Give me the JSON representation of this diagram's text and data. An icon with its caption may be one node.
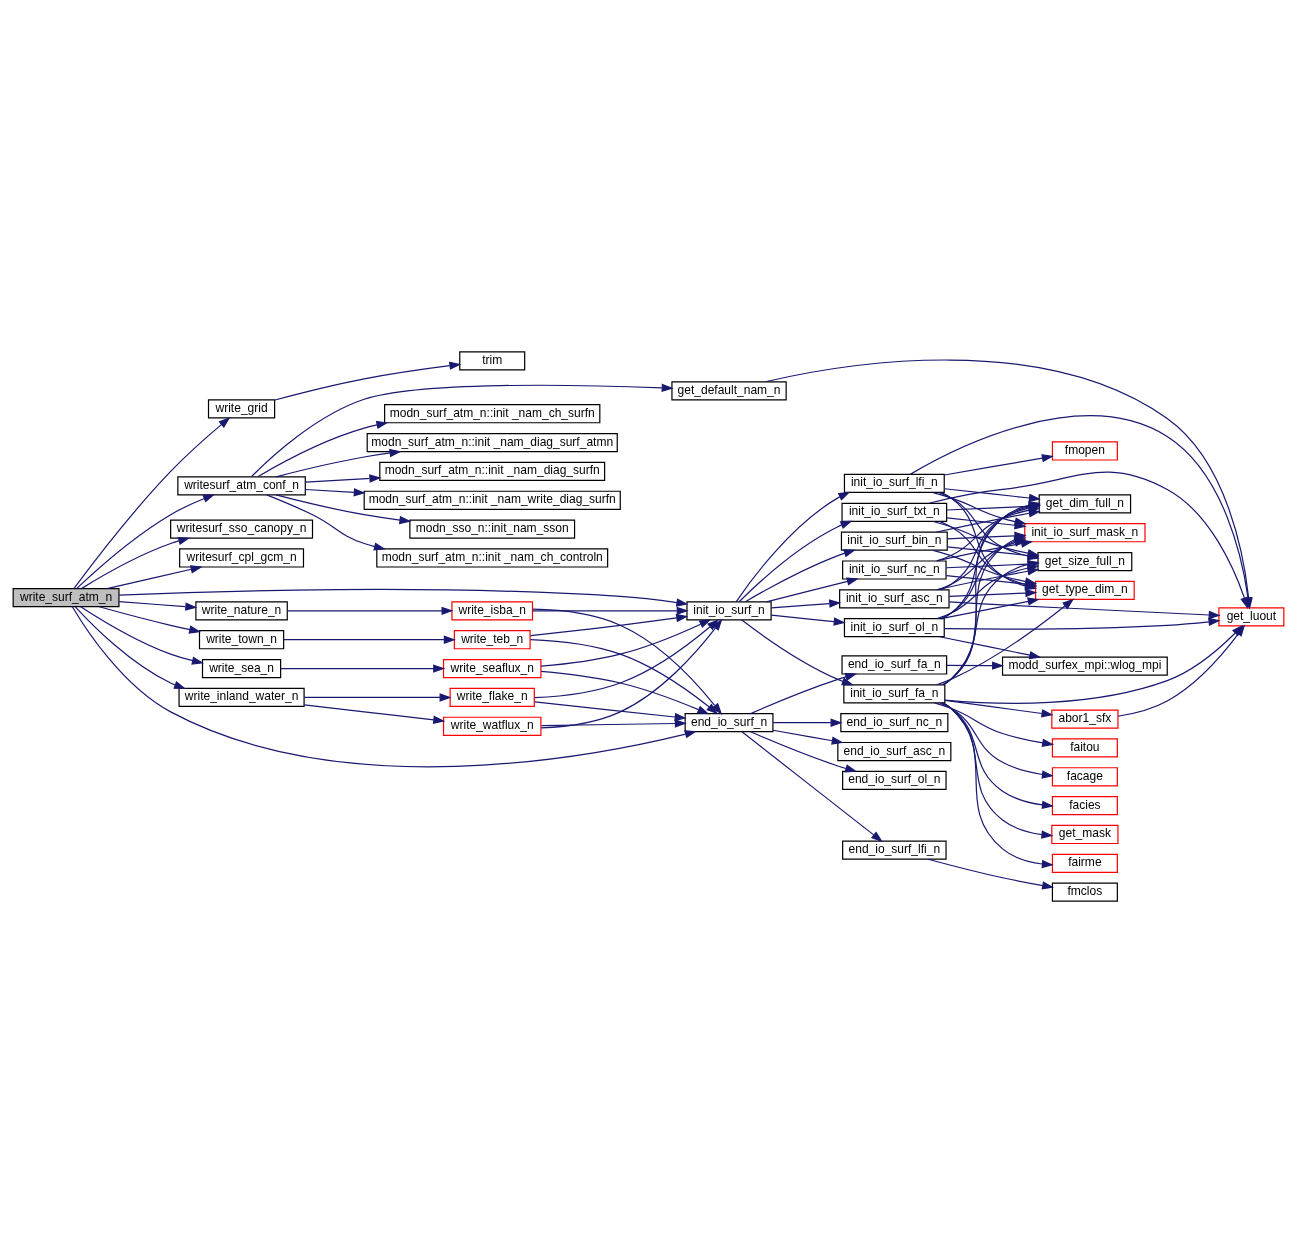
{
  "diagram": {
    "nodes": [
      {
        "text": [
          "write_surf_atm_n"
        ]
      },
      {
        "text": [
          "write_grid"
        ]
      },
      {
        "text": [
          "trim"
        ]
      },
      {
        "text": [
          "get_default_nam_n"
        ]
      },
      {
        "text": [
          "modn_surf_atm_n::init _nam_diag_surf_atmn"
        ]
      },
      {
        "text": [
          "modn_surf_atm_n::init _nam_diag_surfn"
        ]
      },
      {
        "text": [
          "modn_surf_atm_n::init _nam_write_diag_surfn"
        ]
      },
      {
        "text": [
          "modn_sso_n::init_nam_sson"
        ]
      },
      {
        "text": [
          "modn_surf_atm_n::init _nam_ch_controln"
        ]
      },
      {
        "text": [
          "modn_surf_atm_n::init _nam_ch_surfn"
        ]
      },
      {
        "text": [
          "writesurf_atm_conf_n"
        ]
      },
      {
        "text": [
          "writesurf_sso_canopy_n"
        ]
      },
      {
        "text": [
          "writesurf_cpl_gcm_n"
        ]
      },
      {
        "text": [
          "write_sea_n"
        ]
      },
      {
        "text": [
          "write_inland_water_n"
        ]
      },
      {
        "text": [
          "write_nature_n"
        ]
      },
      {
        "text": [
          "write_town_n"
        ]
      },
      {
        "text": [
          "write_seaflux_n"
        ]
      },
      {
        "text": [
          "write_flake_n"
        ]
      },
      {
        "text": [
          "write_watflux_n"
        ]
      },
      {
        "text": [
          "write_isba_n"
        ]
      },
      {
        "text": [
          "write_teb_n"
        ]
      },
      {
        "text": [
          "end_io_surf_n"
        ]
      },
      {
        "text": [
          "init_io_surf_n"
        ]
      },
      {
        "text": [
          "end_io_surf_lfi_n"
        ]
      },
      {
        "text": [
          "end_io_surf_asc_n"
        ]
      },
      {
        "text": [
          "end_io_surf_ol_n"
        ]
      },
      {
        "text": [
          "end_io_surf_fa_n"
        ]
      },
      {
        "text": [
          "end_io_surf_nc_n"
        ]
      },
      {
        "text": [
          "init_io_surf_ol_n"
        ]
      },
      {
        "text": [
          "init_io_surf_lfi_n"
        ]
      },
      {
        "text": [
          "init_io_surf_bin_n"
        ]
      },
      {
        "text": [
          "init_io_surf_nc_n"
        ]
      },
      {
        "text": [
          "init_io_surf_asc_n"
        ]
      },
      {
        "text": [
          "init_io_surf_txt_n"
        ]
      },
      {
        "text": [
          "init_io_surf_fa_n"
        ]
      },
      {
        "text": [
          "fmclos"
        ]
      },
      {
        "text": [
          "fairme"
        ]
      },
      {
        "text": [
          "modd_surfex_mpi::wlog_mpi"
        ]
      },
      {
        "text": [
          "fmopen"
        ]
      },
      {
        "text": [
          "init_io_surf_mask_n"
        ]
      },
      {
        "text": [
          "get_size_full_n"
        ]
      },
      {
        "text": [
          "get_type_dim_n"
        ]
      },
      {
        "text": [
          "get_dim_full_n"
        ]
      },
      {
        "text": [
          "abor1_sfx"
        ]
      },
      {
        "text": [
          "faitou"
        ]
      },
      {
        "text": [
          "facage"
        ]
      },
      {
        "text": [
          "facies"
        ]
      },
      {
        "text": [
          "get_mask"
        ]
      },
      {
        "text": [
          "get_luout"
        ]
      }
    ],
    "edges": [
      {
        "from": 0,
        "to": 1,
        "arrow": "to"
      },
      {
        "from": 0,
        "to": 10,
        "arrow": "to"
      },
      {
        "from": 0,
        "to": 11,
        "arrow": "to"
      },
      {
        "from": 0,
        "to": 12,
        "arrow": "to"
      },
      {
        "from": 0,
        "to": 13,
        "arrow": "to"
      },
      {
        "from": 0,
        "to": 14,
        "arrow": "to"
      },
      {
        "from": 0,
        "to": 15,
        "arrow": "to"
      },
      {
        "from": 0,
        "to": 16,
        "arrow": "to"
      },
      {
        "from": 0,
        "to": 22,
        "arrow": "to"
      },
      {
        "from": 0,
        "to": 23,
        "arrow": "to"
      },
      {
        "from": 1,
        "to": 2,
        "arrow": "to"
      },
      {
        "from": 10,
        "to": 3,
        "arrow": "to"
      },
      {
        "from": 10,
        "to": 4,
        "arrow": "to"
      },
      {
        "from": 10,
        "to": 5,
        "arrow": "to"
      },
      {
        "from": 10,
        "to": 6,
        "arrow": "to"
      },
      {
        "from": 10,
        "to": 7,
        "arrow": "to"
      },
      {
        "from": 10,
        "to": 8,
        "arrow": "to"
      },
      {
        "from": 10,
        "to": 9,
        "arrow": "to"
      },
      {
        "from": 3,
        "to": 49,
        "arrow": "to"
      },
      {
        "from": 13,
        "to": 17,
        "arrow": "to"
      },
      {
        "from": 14,
        "to": 18,
        "arrow": "to"
      },
      {
        "from": 14,
        "to": 19,
        "arrow": "to"
      },
      {
        "from": 15,
        "to": 20,
        "arrow": "to"
      },
      {
        "from": 16,
        "to": 21,
        "arrow": "to"
      },
      {
        "from": 17,
        "to": 22,
        "arrow": "to"
      },
      {
        "from": 17,
        "to": 23,
        "arrow": "to"
      },
      {
        "from": 18,
        "to": 22,
        "arrow": "to"
      },
      {
        "from": 18,
        "to": 23,
        "arrow": "to"
      },
      {
        "from": 19,
        "to": 22,
        "arrow": "to"
      },
      {
        "from": 19,
        "to": 23,
        "arrow": "to"
      },
      {
        "from": 20,
        "to": 22,
        "arrow": "to"
      },
      {
        "from": 20,
        "to": 23,
        "arrow": "to"
      },
      {
        "from": 21,
        "to": 22,
        "arrow": "to"
      },
      {
        "from": 21,
        "to": 23,
        "arrow": "to"
      },
      {
        "from": 22,
        "to": 24,
        "arrow": "to"
      },
      {
        "from": 22,
        "to": 25,
        "arrow": "to"
      },
      {
        "from": 22,
        "to": 26,
        "arrow": "to"
      },
      {
        "from": 22,
        "to": 27,
        "arrow": "to"
      },
      {
        "from": 22,
        "to": 28,
        "arrow": "to"
      },
      {
        "from": 24,
        "to": 36,
        "arrow": "to"
      },
      {
        "from": 27,
        "to": 38,
        "arrow": "to"
      },
      {
        "from": 23,
        "to": 29,
        "arrow": "to"
      },
      {
        "from": 23,
        "to": 30,
        "arrow": "to"
      },
      {
        "from": 23,
        "to": 31,
        "arrow": "to"
      },
      {
        "from": 23,
        "to": 32,
        "arrow": "to"
      },
      {
        "from": 23,
        "to": 33,
        "arrow": "to"
      },
      {
        "from": 23,
        "to": 34,
        "arrow": "to"
      },
      {
        "from": 23,
        "to": 35,
        "arrow": "to"
      },
      {
        "from": 29,
        "to": 38,
        "arrow": "to"
      },
      {
        "from": 29,
        "to": 40,
        "arrow": "to"
      },
      {
        "from": 29,
        "to": 41,
        "arrow": "to"
      },
      {
        "from": 29,
        "to": 42,
        "arrow": "to"
      },
      {
        "from": 29,
        "to": 43,
        "arrow": "to"
      },
      {
        "from": 29,
        "to": 49,
        "arrow": "to"
      },
      {
        "from": 30,
        "to": 39,
        "arrow": "to"
      },
      {
        "from": 30,
        "to": 40,
        "arrow": "to"
      },
      {
        "from": 30,
        "to": 41,
        "arrow": "to"
      },
      {
        "from": 30,
        "to": 42,
        "arrow": "to"
      },
      {
        "from": 30,
        "to": 43,
        "arrow": "to"
      },
      {
        "from": 30,
        "to": 49,
        "arrow": "to"
      },
      {
        "from": 31,
        "to": 40,
        "arrow": "to"
      },
      {
        "from": 31,
        "to": 41,
        "arrow": "to"
      },
      {
        "from": 31,
        "to": 42,
        "arrow": "to"
      },
      {
        "from": 31,
        "to": 43,
        "arrow": "to"
      },
      {
        "from": 32,
        "to": 40,
        "arrow": "to"
      },
      {
        "from": 32,
        "to": 41,
        "arrow": "to"
      },
      {
        "from": 32,
        "to": 42,
        "arrow": "to"
      },
      {
        "from": 32,
        "to": 43,
        "arrow": "to"
      },
      {
        "from": 33,
        "to": 40,
        "arrow": "to"
      },
      {
        "from": 33,
        "to": 41,
        "arrow": "to"
      },
      {
        "from": 33,
        "to": 42,
        "arrow": "to"
      },
      {
        "from": 33,
        "to": 43,
        "arrow": "to"
      },
      {
        "from": 33,
        "to": 49,
        "arrow": "to"
      },
      {
        "from": 34,
        "to": 40,
        "arrow": "to"
      },
      {
        "from": 34,
        "to": 41,
        "arrow": "to"
      },
      {
        "from": 34,
        "to": 42,
        "arrow": "to"
      },
      {
        "from": 34,
        "to": 43,
        "arrow": "to"
      },
      {
        "from": 34,
        "to": 49,
        "arrow": "to"
      },
      {
        "from": 35,
        "to": 37,
        "arrow": "to"
      },
      {
        "from": 35,
        "to": 40,
        "arrow": "to"
      },
      {
        "from": 35,
        "to": 41,
        "arrow": "to"
      },
      {
        "from": 35,
        "to": 42,
        "arrow": "to"
      },
      {
        "from": 35,
        "to": 43,
        "arrow": "to"
      },
      {
        "from": 35,
        "to": 44,
        "arrow": "to"
      },
      {
        "from": 35,
        "to": 45,
        "arrow": "to"
      },
      {
        "from": 35,
        "to": 46,
        "arrow": "to"
      },
      {
        "from": 35,
        "to": 47,
        "arrow": "to"
      },
      {
        "from": 35,
        "to": 48,
        "arrow": "to"
      },
      {
        "from": 35,
        "to": 49,
        "arrow": "to"
      },
      {
        "from": 44,
        "to": 49,
        "arrow": "to"
      }
    ]
  }
}
